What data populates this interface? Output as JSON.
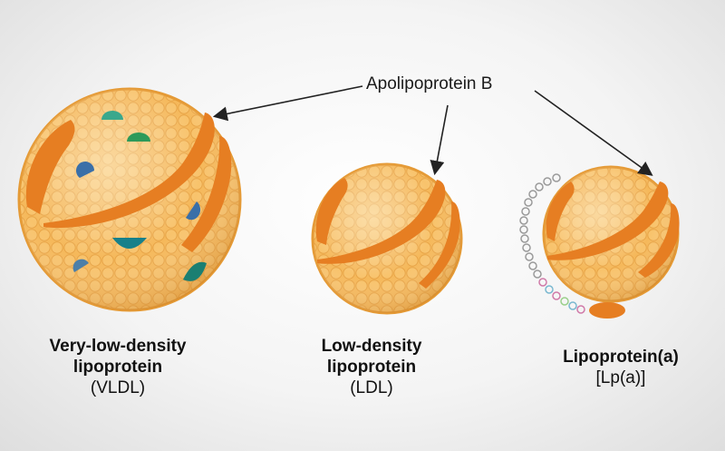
{
  "callout": {
    "label": "Apolipoprotein B"
  },
  "particles": {
    "vldl": {
      "name_line1": "Very-low-density",
      "name_line2": "lipoprotein",
      "abbr": "(VLDL)"
    },
    "ldl": {
      "name_line1": "Low-density",
      "name_line2": "lipoprotein",
      "abbr": "(LDL)"
    },
    "lpa": {
      "name_line1": "Lipoprotein(a)",
      "abbr": "[Lp(a)]"
    }
  },
  "colors": {
    "particle_fill": "#f5b85a",
    "particle_edge": "#e59a35",
    "apob_band": "#e67e22",
    "protein_teal": "#1a8a8a",
    "protein_blue": "#3a6fa8",
    "protein_green": "#3aa56a",
    "arrow": "#222222"
  }
}
